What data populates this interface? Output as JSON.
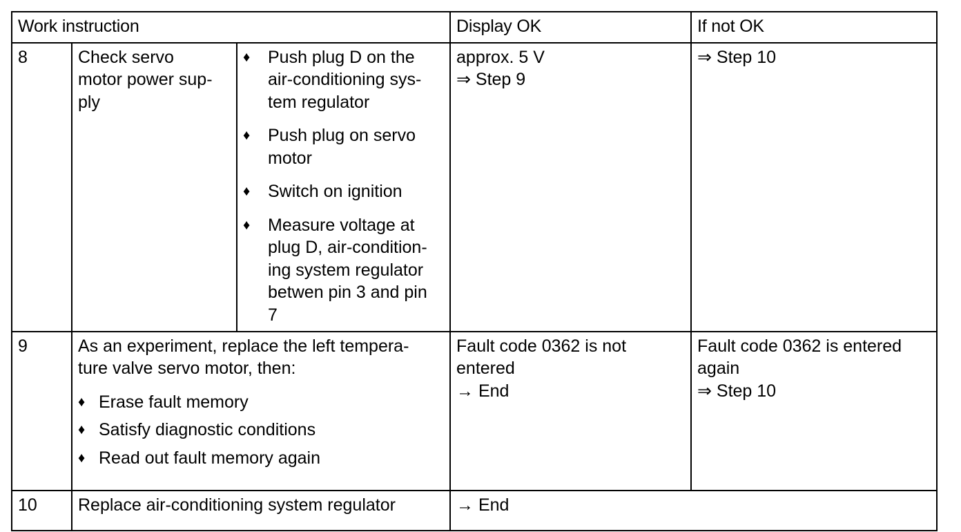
{
  "table": {
    "headers": {
      "work_instruction": "Work instruction",
      "display_ok": "Display OK",
      "if_not_ok": "If not OK"
    },
    "rows": [
      {
        "number": "8",
        "task": "Check servo\nmotor power sup-\nply",
        "bullet_glyph": "♦",
        "steps": [
          "Push plug D on the\nair-conditioning sys-\ntem regulator",
          "Push plug on servo\nmotor",
          "Switch on ignition",
          "Measure voltage at\nplug D, air-condition-\ning system regulator\nbetwen pin 3 and pin\n7"
        ],
        "display_ok": "approx. 5 V\n⇒ Step 9",
        "if_not_ok": "⇒ Step 10"
      },
      {
        "number": "9",
        "intro": "As an experiment, replace the left tempera-\nture valve servo motor, then:",
        "bullet_glyph": "♦",
        "steps": [
          "Erase fault memory",
          "Satisfy diagnostic conditions",
          "Read out fault memory again"
        ],
        "display_ok": "Fault code 0362 is not\nentered\n→ End",
        "if_not_ok": "Fault code 0362 is entered\nagain\n⇒ Step 10"
      },
      {
        "number": "10",
        "task": "Replace air-conditioning system regulator",
        "result": "→ End"
      }
    ]
  }
}
